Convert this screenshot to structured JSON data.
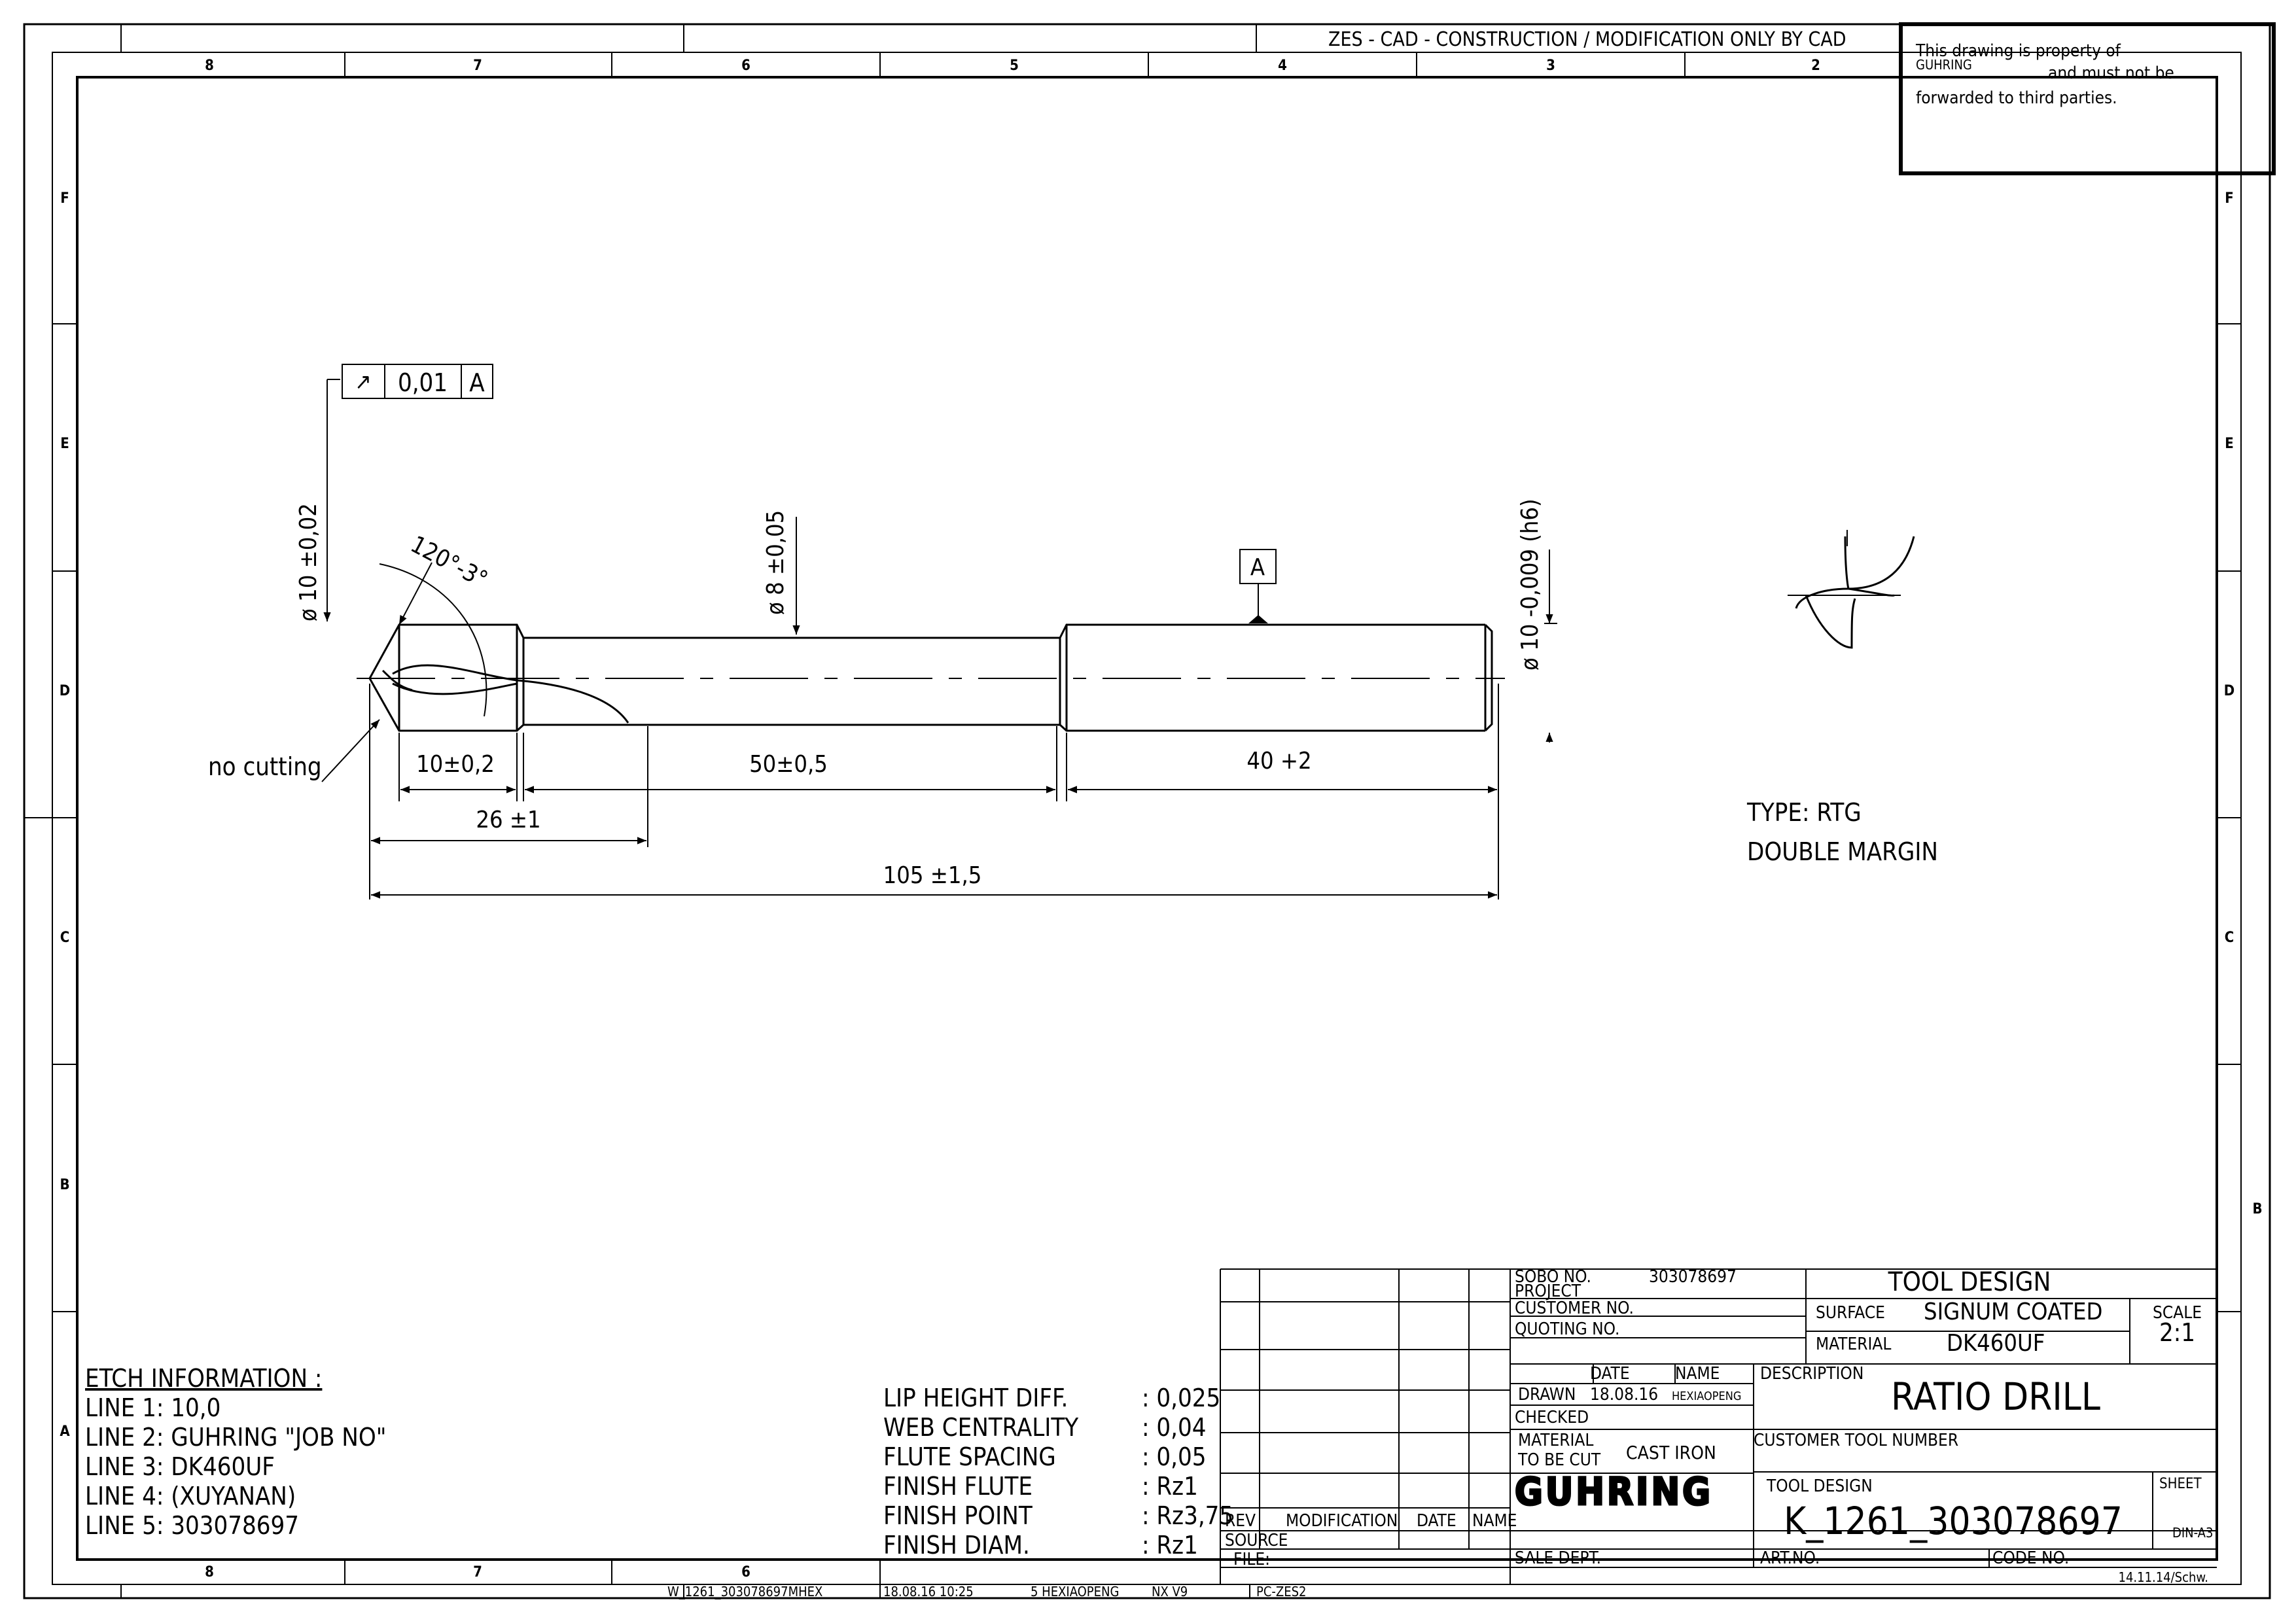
{
  "header": {
    "banner": "ZES - CAD - CONSTRUCTION / MODIFICATION ONLY BY CAD",
    "property_line1": "This drawing is property of",
    "property_company": "GUHRING",
    "property_line2": "and must not be",
    "property_line3": "forwarded to third parties."
  },
  "border": {
    "columns": [
      "8",
      "7",
      "6",
      "5",
      "4",
      "3",
      "2"
    ],
    "bottom_columns": [
      "8",
      "7",
      "6"
    ],
    "rows": [
      "F",
      "E",
      "D",
      "C",
      "B",
      "A"
    ]
  },
  "drawing": {
    "runout_symbol": "↗",
    "runout_tolerance": "0,01",
    "runout_datum": "A",
    "datum_label": "A",
    "dia_tip": "ø 10 ±0,02",
    "dia_body": "ø 8 ±0,05",
    "dia_shank": "ø 10 -0,009 (h6)",
    "angle": "120°-3°",
    "no_cutting": "no cutting",
    "len_step": "10±0,2",
    "len_body": "50±0,5",
    "len_shank": "40 +2",
    "len_flute": "26 ±1",
    "len_total": "105 ±1,5",
    "type_line1": "TYPE: RTG",
    "type_line2": "DOUBLE MARGIN"
  },
  "etch": {
    "title": "ETCH INFORMATION :",
    "lines": [
      "LINE 1: 10,0",
      "LINE 2: GUHRING \"JOB NO\"",
      "LINE 3: DK460UF",
      "LINE 4: (XUYANAN)",
      "LINE 5: 303078697"
    ]
  },
  "specs": [
    {
      "label": "LIP HEIGHT DIFF.",
      "value": ": 0,025"
    },
    {
      "label": "WEB CENTRALITY",
      "value": ": 0,04"
    },
    {
      "label": "FLUTE SPACING",
      "value": ": 0,05"
    },
    {
      "label": "FINISH FLUTE",
      "value": ": Rz1"
    },
    {
      "label": "FINISH POINT",
      "value": ": Rz3,75"
    },
    {
      "label": "FINISH DIAM.",
      "value": ": Rz1"
    }
  ],
  "revision": {
    "col_rev": "REV",
    "col_mod": "MODIFICATION",
    "col_date": "DATE",
    "col_name": "NAME",
    "source": "SOURCE",
    "file": "FILE:"
  },
  "title_block": {
    "sobo_label": "SOBO NO.",
    "sobo_value": "303078697",
    "project": "PROJECT",
    "customer_no": "CUSTOMER NO.",
    "quoting_no": "QUOTING NO.",
    "date_label": "DATE",
    "name_label": "NAME",
    "drawn_label": "DRAWN",
    "drawn_date": "18.08.16",
    "drawn_name": "HEXIAOPENG",
    "checked": "CHECKED",
    "material_tbc_1": "MATERIAL",
    "material_tbc_2": "TO BE CUT",
    "material_tbc_value": "CAST IRON",
    "logo": "GUHRING",
    "sale_dept": "SALE DEPT.",
    "tool_design_title": "TOOL DESIGN",
    "surface_label": "SURFACE",
    "surface_value": "SIGNUM COATED",
    "material_label": "MATERIAL",
    "material_value": "DK460UF",
    "scale_label": "SCALE",
    "scale_value": "2:1",
    "description_label": "DESCRIPTION",
    "description_value": "RATIO DRILL",
    "customer_tool_number": "CUSTOMER TOOL NUMBER",
    "tool_design_label": "TOOL DESIGN",
    "tool_design_value": "K_1261_303078697",
    "sheet_label": "SHEET",
    "sheet_format": "DIN-A3",
    "art_no": "ART.NO.",
    "code_no": "CODE NO.",
    "template_ref": "14.11.14/Schw."
  },
  "footer": {
    "filename": "W_1261_303078697MHEX",
    "timestamp": "18.08.16 10:25",
    "user": "5 HEXIAOPENG",
    "software": "NX V9",
    "station": "PC-ZES2"
  }
}
